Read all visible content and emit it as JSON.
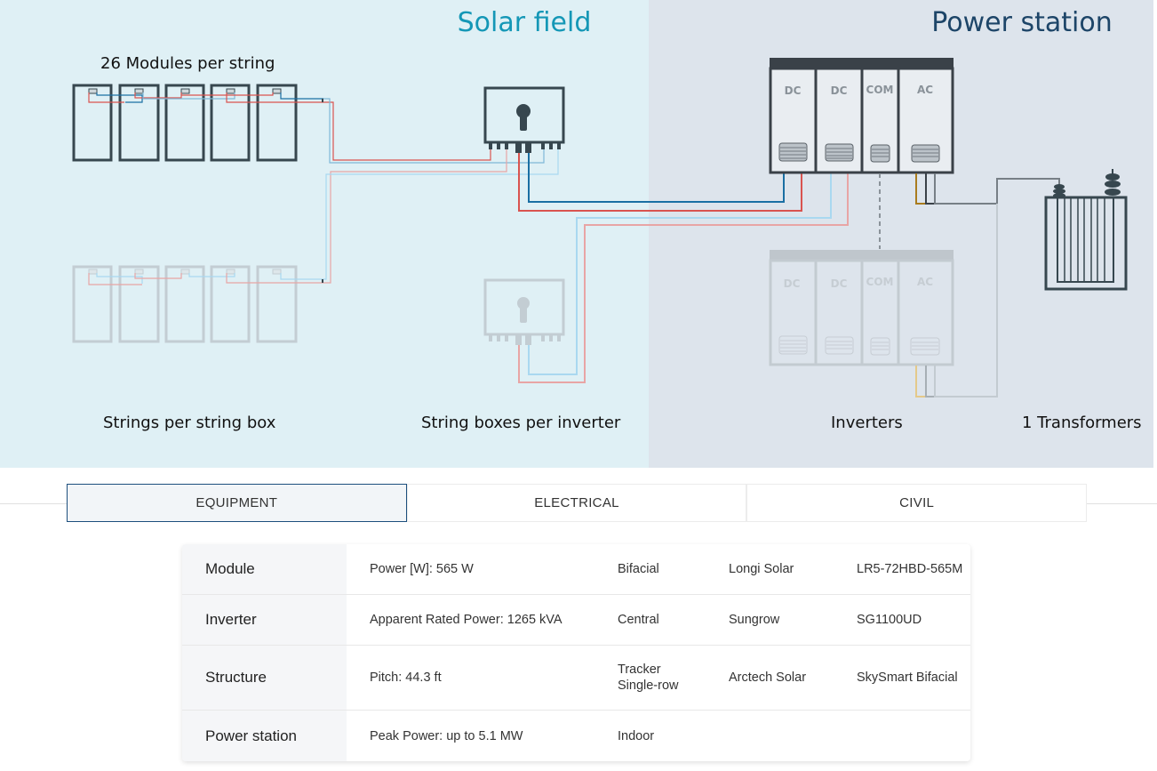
{
  "diagram": {
    "solar_field_title": "Solar field",
    "power_station_title": "Power station",
    "captions": {
      "modules_per_string": "26 Modules per string",
      "strings_per_box": "Strings per string box",
      "boxes_per_inverter": "String boxes per inverter",
      "inverters": "Inverters",
      "transformers": "1 Transformers"
    },
    "inverter_compartments": [
      "DC",
      "DC",
      "COM",
      "AC"
    ],
    "colors": {
      "solar_bg": "#dff0f5",
      "power_bg": "#dde4ec",
      "equipment_dark": "#37474f",
      "equipment_faded": "#c3cdd3",
      "dc_positive": "#d9534f",
      "dc_negative": "#1a6fa3",
      "dc_positive_light": "#e8a5a5",
      "dc_negative_light": "#a9d8f0",
      "ac_phase": "#a97c1e",
      "ac_cable": "#777f86"
    }
  },
  "tabs": [
    {
      "label": "EQUIPMENT",
      "active": true
    },
    {
      "label": "ELECTRICAL",
      "active": false
    },
    {
      "label": "CIVIL",
      "active": false
    }
  ],
  "equipment_table": [
    {
      "name": "Module",
      "spec": "Power [W]: 565 W",
      "type": "Bifacial",
      "manufacturer": "Longi Solar",
      "model": "LR5-72HBD-565M"
    },
    {
      "name": "Inverter",
      "spec": "Apparent Rated Power: 1265 kVA",
      "type": "Central",
      "manufacturer": "Sungrow",
      "model": "SG1100UD"
    },
    {
      "name": "Structure",
      "spec": "Pitch: 44.3 ft",
      "type": "Tracker\nSingle-row",
      "type_lines": [
        "Tracker",
        "Single-row"
      ],
      "manufacturer": "Arctech Solar",
      "model": "SkySmart Bifacial"
    },
    {
      "name": "Power station",
      "spec": "Peak Power: up to 5.1 MW",
      "type": "Indoor",
      "manufacturer": "",
      "model": ""
    }
  ]
}
